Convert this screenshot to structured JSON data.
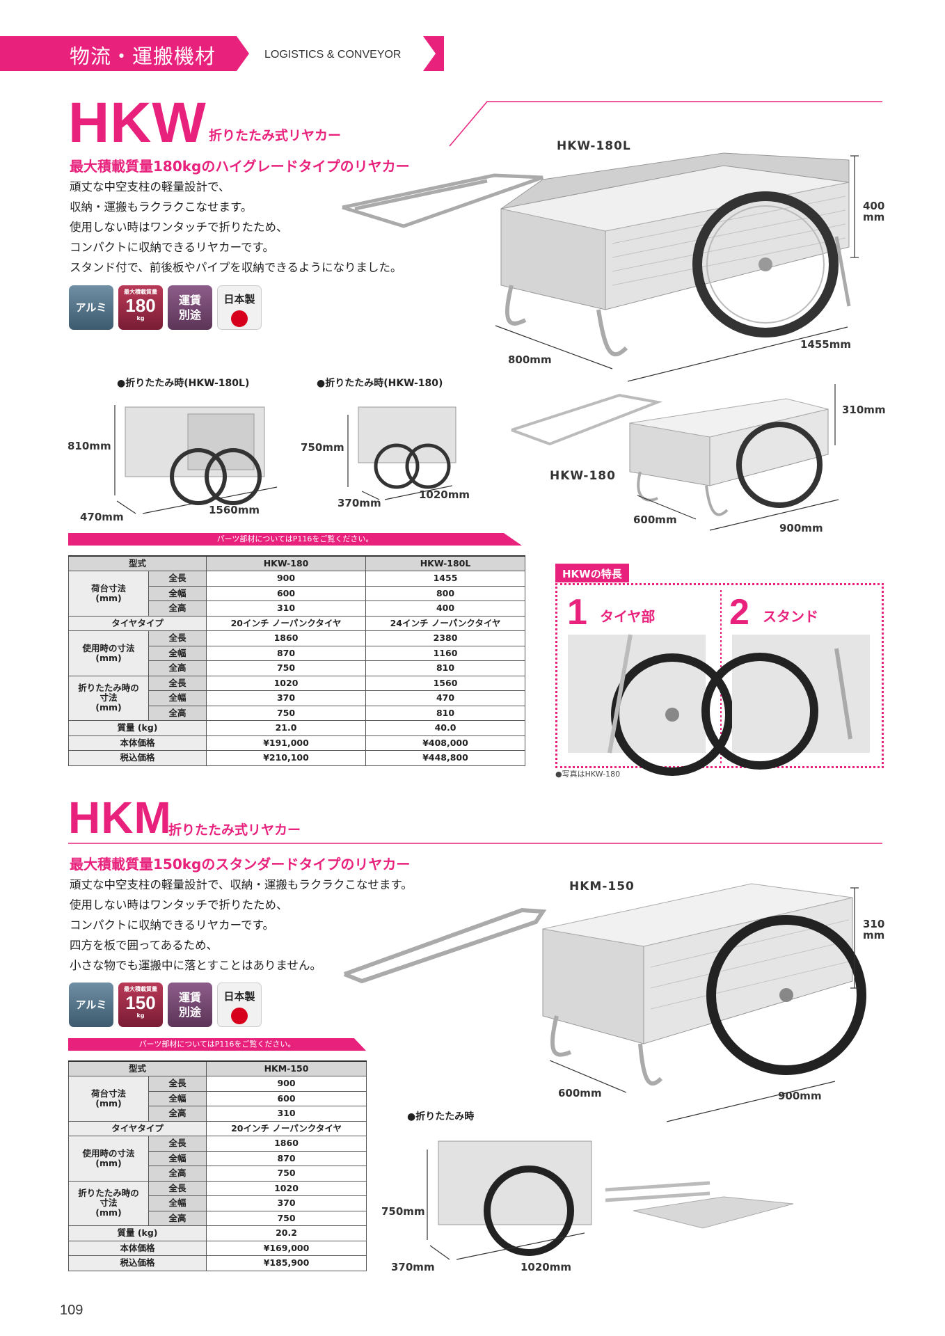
{
  "header": {
    "category": "物流・運搬機材",
    "category_en": "LOGISTICS & CONVEYOR"
  },
  "hkw": {
    "name": "HKW",
    "subtitle": "折りたたみ式リヤカー",
    "tagline": "最大積載質量180kgのハイグレードタイプのリヤカー",
    "desc": [
      "頑丈な中空支柱の軽量設計で、",
      "収納・運搬もラクラクこなせます。",
      "使用しない時はワンタッチで折りたため、",
      "コンパクトに収納できるリヤカーです。",
      "スタンド付で、前後板やパイプを収納できるようになりました。"
    ],
    "icons": {
      "material": "アルミ",
      "weight_caption": "最大積載質量",
      "weight": "180",
      "weight_unit": "kg",
      "shipping": "運賃\n別途",
      "made": "日本製"
    },
    "main_model": "HKW-180L",
    "main_dims": {
      "height": "400\nmm",
      "depth": "800mm",
      "length": "1455mm"
    },
    "fold_180l": {
      "caption": "折りたたみ時(HKW-180L)",
      "h": "810mm",
      "w": "470mm",
      "l": "1560mm"
    },
    "fold_180": {
      "caption": "折りたたみ時(HKW-180)",
      "h": "750mm",
      "w": "370mm",
      "l": "1020mm"
    },
    "sub_model": "HKW-180",
    "sub_dims": {
      "height": "310mm",
      "depth": "600mm",
      "length": "900mm"
    },
    "parts_note": "パーツ部材についてはP116をご覧ください。",
    "table": {
      "header": [
        "型式",
        "HKW-180",
        "HKW-180L"
      ],
      "bed_label": "荷台寸法\n(mm)",
      "use_label": "使用時の寸法\n(mm)",
      "fold_label": "折りたたみ時の\n寸法\n(mm)",
      "dim_names": [
        "全長",
        "全幅",
        "全高"
      ],
      "bed": [
        [
          "900",
          "1455"
        ],
        [
          "600",
          "800"
        ],
        [
          "310",
          "400"
        ]
      ],
      "tire_label": "タイヤタイプ",
      "tire": [
        "20インチ ノーパンクタイヤ",
        "24インチ ノーパンクタイヤ"
      ],
      "use": [
        [
          "1860",
          "2380"
        ],
        [
          "870",
          "1160"
        ],
        [
          "750",
          "810"
        ]
      ],
      "fold": [
        [
          "1020",
          "1560"
        ],
        [
          "370",
          "470"
        ],
        [
          "750",
          "810"
        ]
      ],
      "mass_label": "質量 (kg)",
      "mass": [
        "21.0",
        "40.0"
      ],
      "price_label": "本体価格",
      "price": [
        "¥191,000",
        "¥408,000"
      ],
      "taxprice_label": "税込価格",
      "taxprice": [
        "¥210,100",
        "¥448,800"
      ]
    },
    "features": {
      "label": "HKWの特長",
      "items": [
        {
          "num": "1",
          "text": "タイヤ部"
        },
        {
          "num": "2",
          "text": "スタンド"
        }
      ],
      "note": "●写真はHKW-180"
    }
  },
  "hkm": {
    "name": "HKM",
    "subtitle": "折りたたみ式リヤカー",
    "tagline": "最大積載質量150kgのスタンダードタイプのリヤカー",
    "desc": [
      "頑丈な中空支柱の軽量設計で、収納・運搬もラクラクこなせます。",
      "使用しない時はワンタッチで折りたため、",
      "コンパクトに収納できるリヤカーです。",
      "四方を板で囲ってあるため、",
      "小さな物でも運搬中に落とすことはありません。"
    ],
    "icons": {
      "material": "アルミ",
      "weight_caption": "最大積載質量",
      "weight": "150",
      "weight_unit": "kg",
      "shipping": "運賃\n別途",
      "made": "日本製"
    },
    "model": "HKM-150",
    "dims": {
      "height": "310\nmm",
      "depth": "600mm",
      "length": "900mm"
    },
    "fold": {
      "caption": "折りたたみ時",
      "h": "750mm",
      "w": "370mm",
      "l": "1020mm"
    },
    "parts_note": "パーツ部材についてはP116をご覧ください。",
    "table": {
      "header": [
        "型式",
        "HKM-150"
      ],
      "bed_label": "荷台寸法\n(mm)",
      "use_label": "使用時の寸法\n(mm)",
      "fold_label": "折りたたみ時の\n寸法\n(mm)",
      "dim_names": [
        "全長",
        "全幅",
        "全高"
      ],
      "bed": [
        "900",
        "600",
        "310"
      ],
      "tire_label": "タイヤタイプ",
      "tire": "20インチ ノーパンクタイヤ",
      "use": [
        "1860",
        "870",
        "750"
      ],
      "fold": [
        "1020",
        "370",
        "750"
      ],
      "mass_label": "質量 (kg)",
      "mass": "20.2",
      "price_label": "本体価格",
      "price": "¥169,000",
      "taxprice_label": "税込価格",
      "taxprice": "¥185,900"
    }
  },
  "page_number": "109"
}
